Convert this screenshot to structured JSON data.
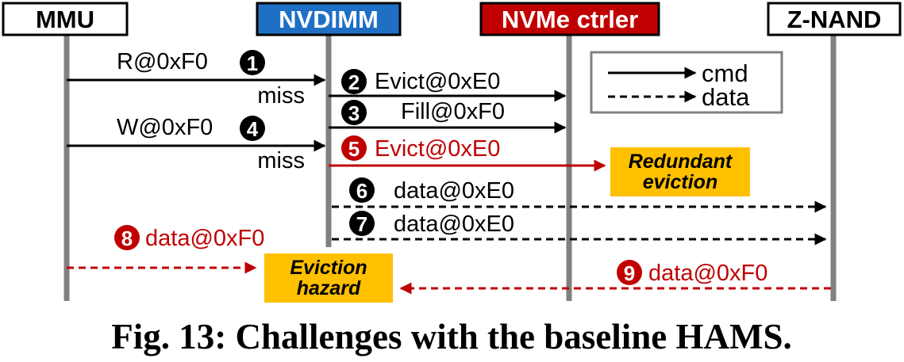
{
  "participants": [
    {
      "key": "mmu",
      "label": "MMU",
      "fill": "#ffffff",
      "text_color": "#000000"
    },
    {
      "key": "nvdimm",
      "label": "NVDIMM",
      "fill": "#1f6fc5",
      "text_color": "#ffffff"
    },
    {
      "key": "nvme",
      "label": "NVMe ctrler",
      "fill": "#c00000",
      "text_color": "#ffffff"
    },
    {
      "key": "znand",
      "label": "Z-NAND",
      "fill": "#ffffff",
      "text_color": "#000000"
    }
  ],
  "messages": [
    {
      "step": "1",
      "label": "R@0xF0",
      "style": "cmd",
      "color": "#000000",
      "badge_color": "#000000"
    },
    {
      "step": "2",
      "label": "Evict@0xE0",
      "style": "cmd",
      "color": "#000000",
      "badge_color": "#000000"
    },
    {
      "step": "3",
      "label": "Fill@0xF0",
      "style": "cmd",
      "color": "#000000",
      "badge_color": "#000000"
    },
    {
      "step": "4",
      "label": "W@0xF0",
      "style": "cmd",
      "color": "#000000",
      "badge_color": "#000000"
    },
    {
      "step": "5",
      "label": "Evict@0xE0",
      "style": "cmd",
      "color": "#c00000",
      "badge_color": "#c00000"
    },
    {
      "step": "6",
      "label": "data@0xE0",
      "style": "data",
      "color": "#000000",
      "badge_color": "#000000"
    },
    {
      "step": "7",
      "label": "data@0xE0",
      "style": "data",
      "color": "#000000",
      "badge_color": "#000000"
    },
    {
      "step": "8",
      "label": "data@0xF0",
      "style": "data",
      "color": "#c00000",
      "badge_color": "#c00000"
    },
    {
      "step": "9",
      "label": "data@0xF0",
      "style": "data",
      "color": "#c00000",
      "badge_color": "#c00000"
    }
  ],
  "miss_labels": [
    "miss",
    "miss"
  ],
  "legend": {
    "cmd_label": "cmd",
    "data_label": "data"
  },
  "callouts": {
    "redundant_line1": "Redundant",
    "redundant_line2": "eviction",
    "hazard_line1": "Eviction",
    "hazard_line2": "hazard",
    "fill": "#ffc000"
  },
  "caption": "Fig. 13: Challenges with the baseline HAMS."
}
